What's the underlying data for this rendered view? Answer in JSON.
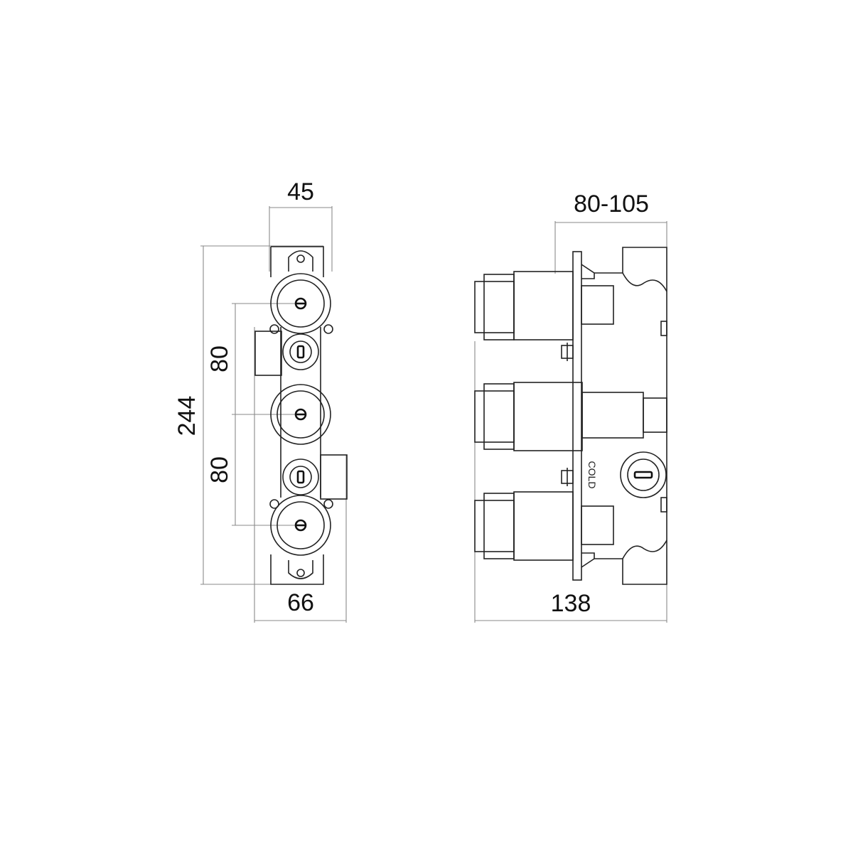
{
  "dimensions": {
    "front_top_width": "45",
    "front_bottom_width": "66",
    "front_total_height": "244",
    "front_spacing_upper": "80",
    "front_spacing_lower": "80",
    "side_depth_range": "80-105",
    "side_total_depth": "138"
  },
  "labels": {
    "cold_port": "COLD"
  }
}
